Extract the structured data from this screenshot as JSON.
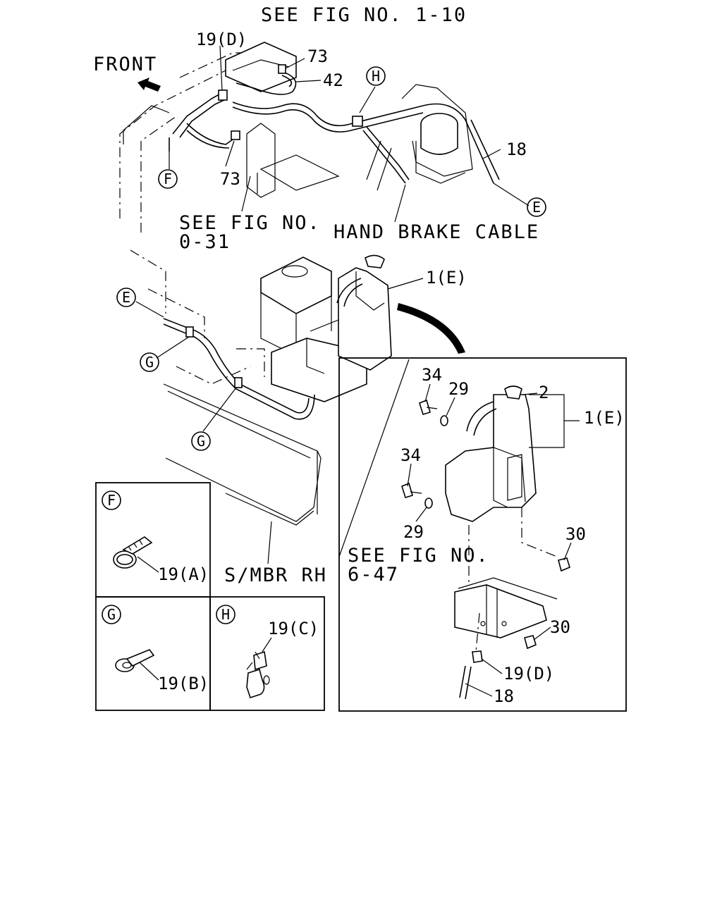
{
  "references": {
    "fig_1_10": "SEE FIG NO. 1-10",
    "fig_0_31_line1": "SEE FIG NO.",
    "fig_0_31_line2": "0-31",
    "fig_6_47_line1": "SEE FIG NO.",
    "fig_6_47_line2": "6-47"
  },
  "labels": {
    "front": "FRONT",
    "hand_brake_cable": "HAND BRAKE CABLE",
    "side_member": "S/MBR RH"
  },
  "callouts": {
    "p19d_top": "19(D)",
    "p73_top": "73",
    "p42": "42",
    "p73_low": "73",
    "p18_top": "18",
    "p1e_main": "1(E)",
    "p34_upper": "34",
    "p29_upper": "29",
    "p2": "2",
    "p1e_detail": "1(E)",
    "p34_lower": "34",
    "p29_lower": "29",
    "p30_upper": "30",
    "p30_lower": "30",
    "p19d_detail": "19(D)",
    "p18_detail": "18",
    "p19a": "19(A)",
    "p19b": "19(B)",
    "p19c": "19(C)"
  },
  "markers": {
    "f": "F",
    "h": "H",
    "e": "E",
    "g": "G"
  }
}
